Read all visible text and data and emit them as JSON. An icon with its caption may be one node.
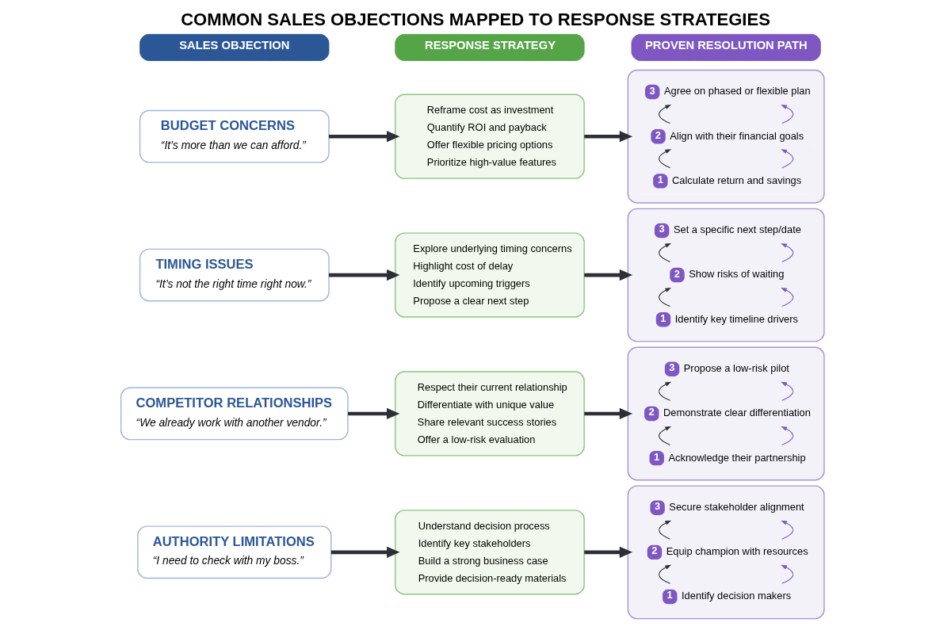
{
  "diagram": {
    "title": "COMMON SALES OBJECTIONS MAPPED TO RESPONSE STRATEGIES",
    "nodes": [
      {
        "text": [
          "SALES OBJECTION"
        ]
      },
      {
        "text": [
          "RESPONSE STRATEGY"
        ]
      },
      {
        "text": [
          "PROVEN RESOLUTION PATH"
        ]
      },
      {
        "text": [
          "BUDGET CONCERNS",
          "“It’s more than we can afford.”"
        ]
      },
      {
        "text": [
          "Reframe cost as investment",
          "Quantify ROI and payback",
          "Offer flexible pricing options",
          "Prioritize high-value features"
        ]
      },
      {
        "text": [],
        "shape": "box"
      },
      {
        "text": [
          "1",
          "Calculate return and savings"
        ],
        "in": 5
      },
      {
        "text": [
          "2",
          "Align with their financial goals"
        ],
        "in": 5
      },
      {
        "text": [
          "3",
          "Agree on phased or flexible plan"
        ],
        "in": 5
      },
      {
        "text": [
          "TIMING ISSUES",
          "“It’s not the right time right now.”"
        ]
      },
      {
        "text": [
          "Explore underlying timing concerns",
          "Highlight cost of delay",
          "Identify upcoming triggers",
          "Propose a clear next step"
        ]
      },
      {
        "text": [],
        "shape": "box"
      },
      {
        "text": [
          "1",
          "Identify key timeline drivers"
        ],
        "in": 11
      },
      {
        "text": [
          "2",
          "Show risks of waiting"
        ],
        "in": 11
      },
      {
        "text": [
          "3",
          "Set a specific next step/date"
        ],
        "in": 11
      },
      {
        "text": [
          "COMPETITOR RELATIONSHIPS",
          "“We already work with another vendor.”"
        ]
      },
      {
        "text": [
          "Respect their current relationship",
          "Differentiate with unique value",
          "Share relevant success stories",
          "Offer a low-risk evaluation"
        ]
      },
      {
        "text": [],
        "shape": "box"
      },
      {
        "text": [
          "1",
          "Acknowledge their partnership"
        ],
        "in": 17
      },
      {
        "text": [
          "2",
          "Demonstrate clear differentiation"
        ],
        "in": 17
      },
      {
        "text": [
          "3",
          "Propose a low-risk pilot"
        ],
        "in": 17
      },
      {
        "text": [
          "AUTHORITY LIMITATIONS",
          "“I need to check with my boss.”"
        ]
      },
      {
        "text": [
          "Understand decision process",
          "Identify key stakeholders",
          "Build a strong business case",
          "Provide decision-ready materials"
        ]
      },
      {
        "text": [],
        "shape": "box"
      },
      {
        "text": [
          "1",
          "Identify decision makers"
        ],
        "in": 23
      },
      {
        "text": [
          "2",
          "Equip champion with resources"
        ],
        "in": 23
      },
      {
        "text": [
          "3",
          "Secure stakeholder alignment"
        ],
        "in": 23
      }
    ],
    "edges": [
      {
        "from": 3,
        "to": 4,
        "arrow": "to",
        "style": "thick"
      },
      {
        "from": 4,
        "to": 5,
        "arrow": "to",
        "style": "thick"
      },
      {
        "from": 6,
        "to": 7,
        "arrow": "to",
        "color": "#7e57c2"
      },
      {
        "from": 6,
        "to": 7,
        "arrow": "to"
      },
      {
        "from": 7,
        "to": 8,
        "arrow": "to",
        "color": "#7e57c2"
      },
      {
        "from": 7,
        "to": 8,
        "arrow": "to"
      },
      {
        "from": 9,
        "to": 10,
        "arrow": "to",
        "style": "thick"
      },
      {
        "from": 10,
        "to": 11,
        "arrow": "to",
        "style": "thick"
      },
      {
        "from": 12,
        "to": 13,
        "arrow": "to",
        "color": "#7e57c2"
      },
      {
        "from": 12,
        "to": 13,
        "arrow": "to"
      },
      {
        "from": 13,
        "to": 14,
        "arrow": "to",
        "color": "#7e57c2"
      },
      {
        "from": 13,
        "to": 14,
        "arrow": "to"
      },
      {
        "from": 15,
        "to": 16,
        "arrow": "to",
        "style": "thick"
      },
      {
        "from": 16,
        "to": 17,
        "arrow": "to",
        "style": "thick"
      },
      {
        "from": 18,
        "to": 19,
        "arrow": "to",
        "color": "#7e57c2"
      },
      {
        "from": 18,
        "to": 19,
        "arrow": "to"
      },
      {
        "from": 19,
        "to": 20,
        "arrow": "to",
        "color": "#7e57c2"
      },
      {
        "from": 19,
        "to": 20,
        "arrow": "to"
      },
      {
        "from": 21,
        "to": 22,
        "arrow": "to",
        "style": "thick"
      },
      {
        "from": 22,
        "to": 23,
        "arrow": "to",
        "style": "thick"
      },
      {
        "from": 24,
        "to": 25,
        "arrow": "to",
        "color": "#7e57c2"
      },
      {
        "from": 24,
        "to": 25,
        "arrow": "to"
      },
      {
        "from": 25,
        "to": 26,
        "arrow": "to",
        "color": "#7e57c2"
      },
      {
        "from": 25,
        "to": 26,
        "arrow": "to"
      }
    ]
  }
}
